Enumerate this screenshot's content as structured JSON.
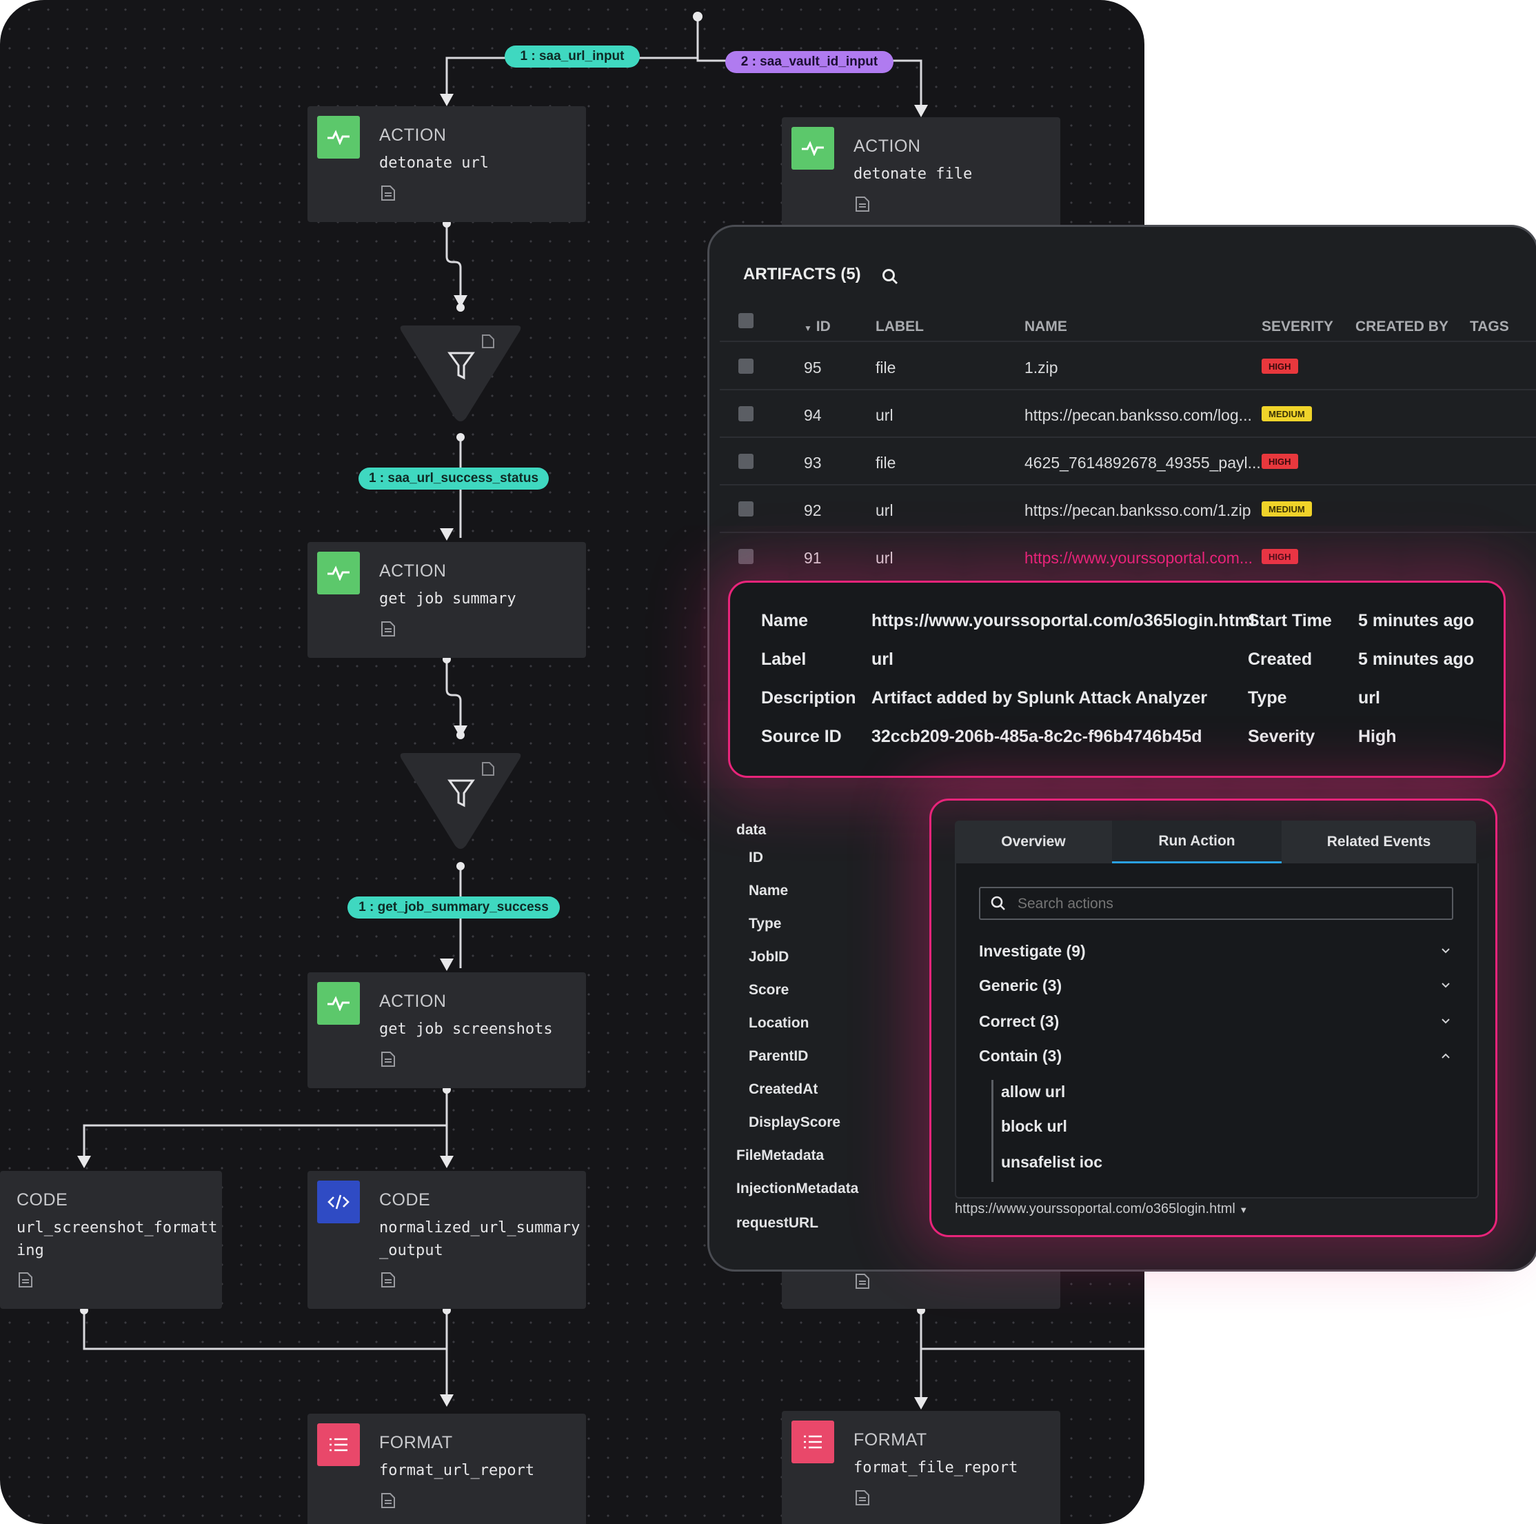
{
  "playbook": {
    "edge_labels": {
      "url_input": "1 : saa_url_input",
      "vault_input": "2 : saa_vault_id_input",
      "url_success": "1 : saa_url_success_status",
      "job_summary_success": "1 : get_job_summary_success"
    },
    "nodes": {
      "detonate_url": {
        "kind": "ACTION",
        "name": "detonate url"
      },
      "detonate_file": {
        "kind": "ACTION",
        "name": "detonate file"
      },
      "get_job_summary": {
        "kind": "ACTION",
        "name": "get job summary"
      },
      "get_job_screenshots": {
        "kind": "ACTION",
        "name": "get job screenshots"
      },
      "url_screenshot": {
        "kind": "CODE",
        "name_l1": "url_screenshot_formatt",
        "name_l2": "ing"
      },
      "normalized": {
        "kind": "CODE",
        "name_l1": "normalized_url_summary",
        "name_l2": "_output"
      },
      "format_url": {
        "kind": "FORMAT",
        "name": "format_url_report"
      },
      "format_file": {
        "kind": "FORMAT",
        "name": "format_file_report"
      }
    },
    "colors": {
      "action": "#5cc86b",
      "code": "#2f4bc4",
      "format": "#e9486a",
      "teal": "#3fd8c0",
      "purple": "#b07bf0",
      "highlight": "#e8247a"
    }
  },
  "artifacts": {
    "title": "ARTIFACTS (5)",
    "search_icon": "search-icon",
    "columns": {
      "id": "ID",
      "label": "LABEL",
      "name": "NAME",
      "severity": "SEVERITY",
      "created_by": "CREATED BY",
      "tags": "TAGS"
    },
    "rows": [
      {
        "id": "95",
        "label": "file",
        "name": "1.zip",
        "severity": "HIGH"
      },
      {
        "id": "94",
        "label": "url",
        "name": "https://pecan.banksso.com/log...",
        "severity": "MEDIUM"
      },
      {
        "id": "93",
        "label": "file",
        "name": "4625_7614892678_49355_payl...",
        "severity": "HIGH"
      },
      {
        "id": "92",
        "label": "url",
        "name": "https://pecan.banksso.com/1.zip",
        "severity": "MEDIUM"
      },
      {
        "id": "91",
        "label": "url",
        "name": "https://www.yourssoportal.com...",
        "severity": "HIGH"
      }
    ]
  },
  "details": {
    "name_label": "Name",
    "name_value": "https://www.yourssoportal.com/o365login.html",
    "label_label": "Label",
    "label_value": "url",
    "description_label": "Description",
    "description_value": "Artifact added by Splunk Attack Analyzer",
    "source_label": "Source ID",
    "source_value": "32ccb209-206b-485a-8c2c-f96b4746b45d",
    "start_label": "Start Time",
    "start_value": "5 minutes ago",
    "created_label": "Created",
    "created_value": "5 minutes ago",
    "type_label": "Type",
    "type_value": "url",
    "severity_label": "Severity",
    "severity_value": "High"
  },
  "data_tree": {
    "root": "data",
    "children": [
      "ID",
      "Name",
      "Type",
      "JobID",
      "Score",
      "Location",
      "ParentID",
      "CreatedAt",
      "DisplayScore"
    ],
    "siblings": [
      "FileMetadata",
      "InjectionMetadata",
      "requestURL"
    ]
  },
  "run_action": {
    "tabs": [
      "Overview",
      "Run Action",
      "Related Events"
    ],
    "active_tab": "Run Action",
    "search_placeholder": "Search actions",
    "categories": [
      "Investigate (9)",
      "Generic (3)",
      "Correct (3)",
      "Contain (3)"
    ],
    "contain_actions": [
      "allow url",
      "block url",
      "unsafelist ioc"
    ],
    "target": "https://www.yourssoportal.com/o365login.html"
  }
}
